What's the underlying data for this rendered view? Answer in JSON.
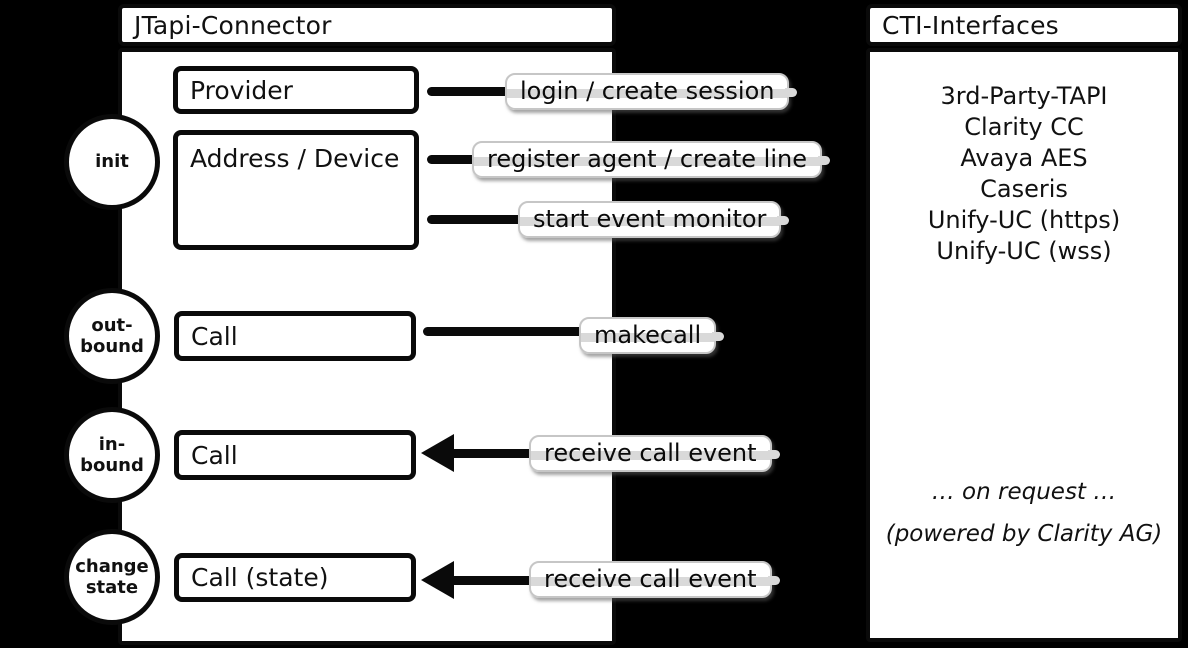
{
  "diagram": {
    "jtapi": {
      "title": "JTapi-Connector",
      "boxes": {
        "provider": "Provider",
        "address_device": "Address / Device",
        "call_outbound": "Call",
        "call_inbound": "Call",
        "call_state": "Call (state)"
      },
      "phases": {
        "init": "init",
        "outbound": "out-\nbound",
        "inbound": "in-\nbound",
        "change_state": "change\nstate"
      }
    },
    "connectors": {
      "login": "login / create session",
      "register": "register agent / create line",
      "monitor": "start event monitor",
      "makecall": "makecall",
      "receive_inbound": "receive call event",
      "receive_state": "receive call event"
    },
    "cti": {
      "title": "CTI-Interfaces",
      "interfaces": [
        "3rd-Party-TAPI",
        "Clarity CC",
        "Avaya AES",
        "Caseris",
        "Unify-UC (https)",
        "Unify-UC (wss)"
      ],
      "note": "… on request …",
      "powered_by": "(powered by Clarity AG)"
    },
    "colors": {
      "background": "#000000",
      "panel_fill": "#ffffff",
      "stroke": "#0a0a0a",
      "label_border": "#c6c6c6",
      "label_stripe": "#d9d9d9"
    }
  }
}
